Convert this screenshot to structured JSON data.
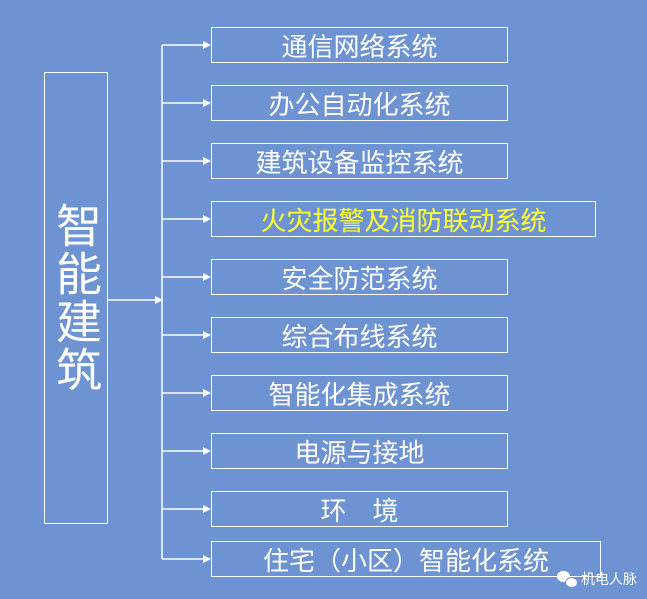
{
  "root": {
    "label": "智能建筑"
  },
  "items": [
    {
      "label": "通信网络系统",
      "color": "#ffffff"
    },
    {
      "label": "办公自动化系统",
      "color": "#ffffff"
    },
    {
      "label": "建筑设备监控系统",
      "color": "#ffffff"
    },
    {
      "label": "火灾报警及消防联动系统",
      "color": "#ffff33"
    },
    {
      "label": "安全防范系统",
      "color": "#ffffff"
    },
    {
      "label": "综合布线系统",
      "color": "#ffffff"
    },
    {
      "label": "智能化集成系统",
      "color": "#ffffff"
    },
    {
      "label": "电源与接地",
      "color": "#ffffff"
    },
    {
      "label": "环　境",
      "color": "#ffffff"
    },
    {
      "label": "住宅（小区）智能化系统",
      "color": "#ffffff"
    }
  ],
  "watermark": {
    "text": "机电人脉",
    "icon": "wechat-icon"
  },
  "colors": {
    "background": "#6e93d2",
    "line": "#ffffff",
    "highlight": "#ffff33"
  }
}
